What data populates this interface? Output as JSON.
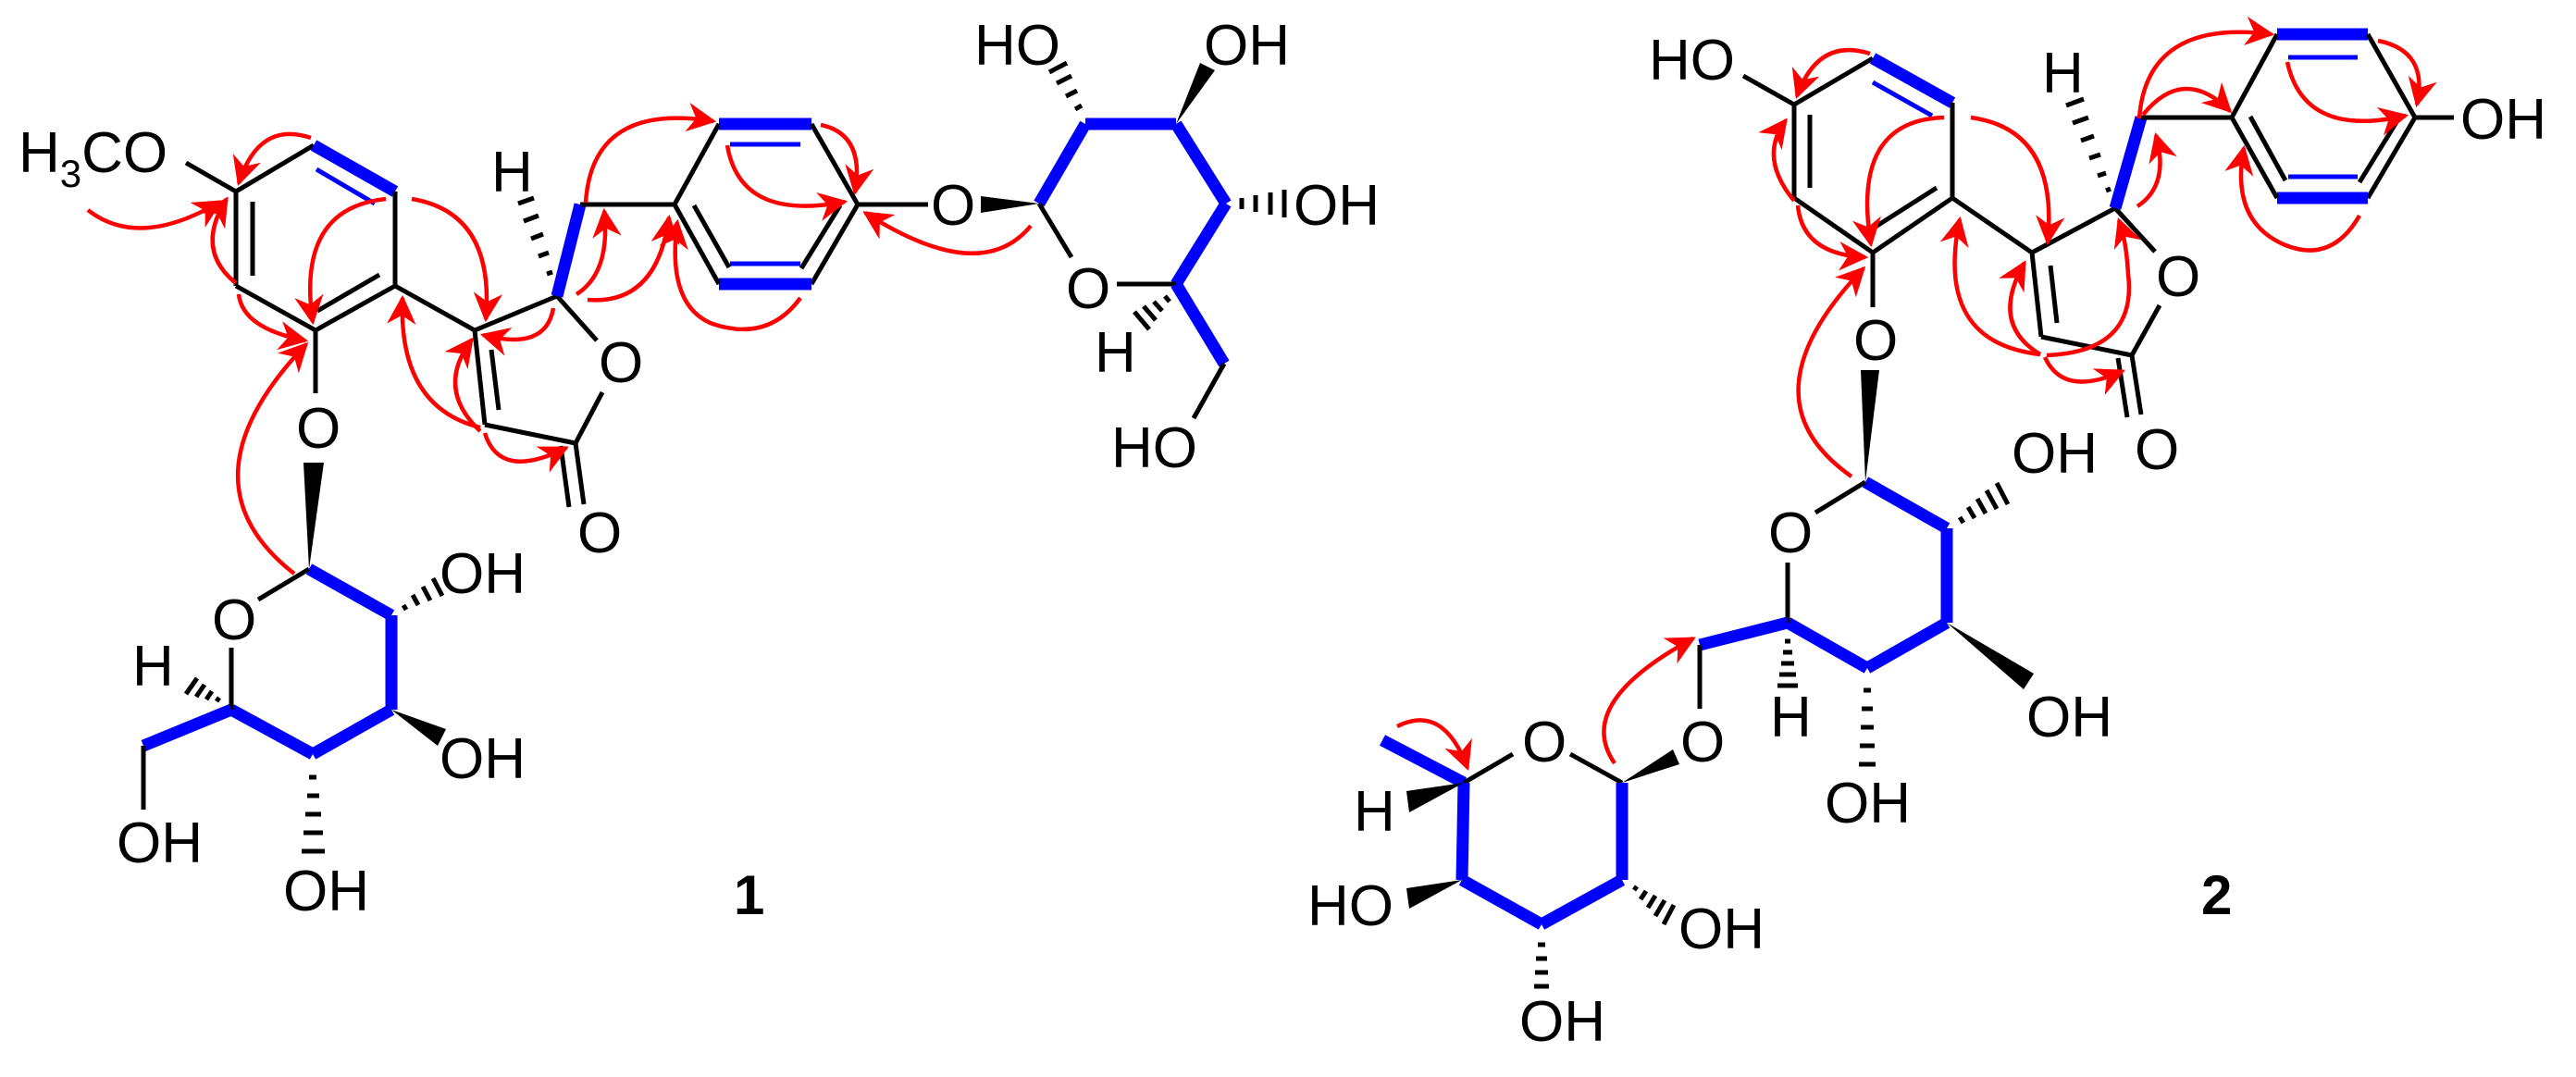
{
  "figure": {
    "description": "Key COSY (blue bold bonds) and HMBC (red arrows) correlations of compounds 1 and 2",
    "colors": {
      "cosy": "#0000FF",
      "hmbc": "#FF0000",
      "bond": "#000000",
      "background": "#FFFFFF"
    },
    "legend_encoding": {
      "cosy": "bold blue bonds = 1H-1H COSY",
      "hmbc": "red arrows = HMBC (H to C)"
    }
  },
  "compound1": {
    "label": "1",
    "substituents": {
      "methoxy": {
        "main": "H",
        "sub": "3",
        "rest": "CO"
      },
      "lactone_H": "H",
      "lactone_ring_O": "O",
      "carbonyl_O": "O",
      "aryl_glycoside_O": "O",
      "phenyl_glycoside_O": "O",
      "glc_a": {
        "ring_O": "O",
        "H5": "H",
        "OH2": "OH",
        "OH3": "OH",
        "OH4": "OH",
        "OH6": "OH"
      },
      "glc_b": {
        "ring_O": "O",
        "H5": "H",
        "OH2": "HO",
        "OH3": "OH",
        "OH4": "OH",
        "OH6": "HO"
      }
    }
  },
  "compound2": {
    "label": "2",
    "substituents": {
      "phenol_OH_A": "HO",
      "phenol_OH_B": "OH",
      "lactone_H": "H",
      "lactone_ring_O": "O",
      "carbonyl_O": "O",
      "aryl_glycoside_O": "O",
      "glc": {
        "ring_O": "O",
        "H5": "H",
        "OH2": "OH",
        "OH3": "OH",
        "OH4": "OH",
        "link_O6": "O"
      },
      "rha": {
        "ring_O": "O",
        "H5": "H",
        "OH2": "OH",
        "OH3": "OH",
        "OH4": "HO"
      }
    }
  }
}
